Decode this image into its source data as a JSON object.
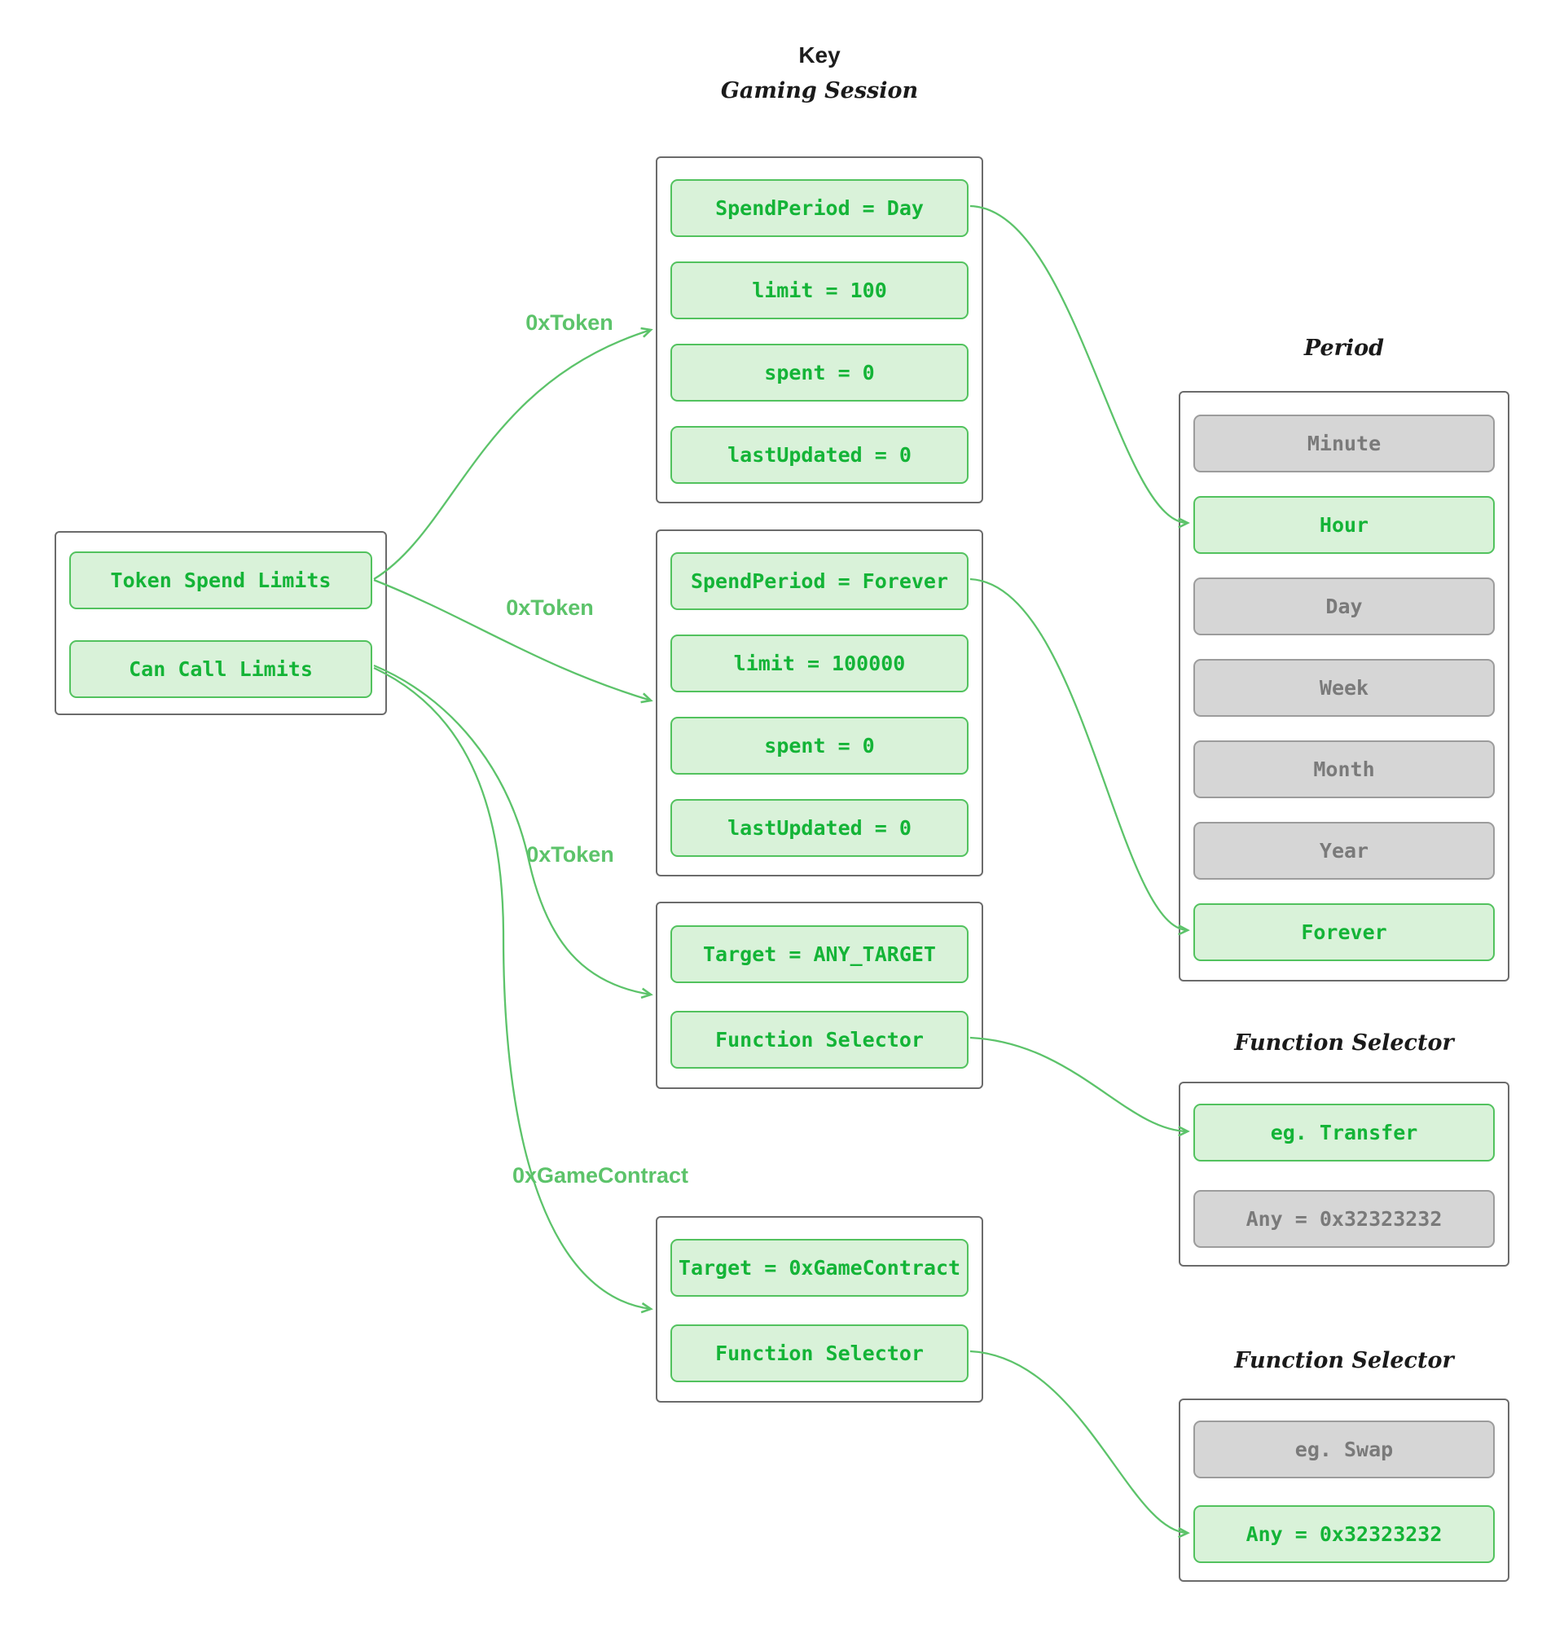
{
  "key": {
    "title": "Key",
    "subtitle": "Gaming Session"
  },
  "colors": {
    "green_fill": "#d9f2d9",
    "green_border": "#52c25e",
    "green_text": "#14b437",
    "edge_green": "#5cc36a",
    "gray_fill": "#d6d6d6",
    "gray_border": "#9c9c9c",
    "gray_text": "#7a7a7a",
    "container_border": "#6b6b6b"
  },
  "limits_box": {
    "items": [
      {
        "label": "Token Spend Limits"
      },
      {
        "label": "Can Call Limits"
      }
    ]
  },
  "day_spend_box": {
    "rows": [
      "SpendPeriod = Day",
      "limit = 100",
      "spent = 0",
      "lastUpdated = 0"
    ]
  },
  "forever_spend_box": {
    "rows": [
      "SpendPeriod = Forever",
      "limit = 100000",
      "spent = 0",
      "lastUpdated = 0"
    ]
  },
  "any_target_box": {
    "rows": [
      "Target = ANY_TARGET",
      "Function Selector"
    ]
  },
  "game_contract_box": {
    "rows": [
      "Target = 0xGameContract",
      "Function Selector"
    ]
  },
  "edges": {
    "labels": [
      "0xToken",
      "0xToken",
      "0xToken",
      "0xGameContract"
    ]
  },
  "period_panel": {
    "title": "Period",
    "items": [
      {
        "label": "Minute",
        "highlight": false
      },
      {
        "label": "Hour",
        "highlight": true
      },
      {
        "label": "Day",
        "highlight": false
      },
      {
        "label": "Week",
        "highlight": false
      },
      {
        "label": "Month",
        "highlight": false
      },
      {
        "label": "Year",
        "highlight": false
      },
      {
        "label": "Forever",
        "highlight": true
      }
    ]
  },
  "fs_transfer_panel": {
    "title": "Function Selector",
    "items": [
      {
        "label": "eg. Transfer",
        "highlight": true
      },
      {
        "label": "Any = 0x32323232",
        "highlight": false
      }
    ]
  },
  "fs_swap_panel": {
    "title": "Function Selector",
    "items": [
      {
        "label": "eg. Swap",
        "highlight": false
      },
      {
        "label": "Any = 0x32323232",
        "highlight": true
      }
    ]
  }
}
